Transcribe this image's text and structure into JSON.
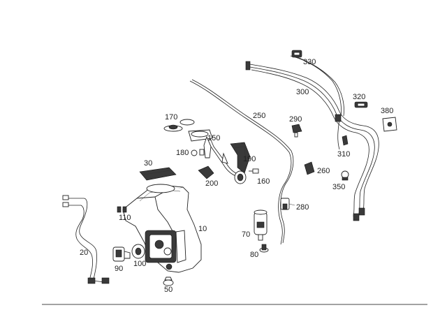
{
  "diagram": {
    "callouts": [
      {
        "id": "c10",
        "text": "10"
      },
      {
        "id": "c20",
        "text": "20"
      },
      {
        "id": "c30",
        "text": "30"
      },
      {
        "id": "c50",
        "text": "50"
      },
      {
        "id": "c70",
        "text": "70"
      },
      {
        "id": "c80",
        "text": "80"
      },
      {
        "id": "c90",
        "text": "90"
      },
      {
        "id": "c100",
        "text": "100"
      },
      {
        "id": "c110",
        "text": "110"
      },
      {
        "id": "c150",
        "text": "150"
      },
      {
        "id": "c160",
        "text": "160"
      },
      {
        "id": "c170",
        "text": "170"
      },
      {
        "id": "c180",
        "text": "180"
      },
      {
        "id": "c190",
        "text": "190"
      },
      {
        "id": "c200",
        "text": "200"
      },
      {
        "id": "c250",
        "text": "250"
      },
      {
        "id": "c260",
        "text": "260"
      },
      {
        "id": "c280",
        "text": "280"
      },
      {
        "id": "c290",
        "text": "290"
      },
      {
        "id": "c300",
        "text": "300"
      },
      {
        "id": "c310",
        "text": "310"
      },
      {
        "id": "c320",
        "text": "320"
      },
      {
        "id": "c330",
        "text": "330"
      },
      {
        "id": "c350",
        "text": "350"
      },
      {
        "id": "c380",
        "text": "380"
      }
    ]
  }
}
